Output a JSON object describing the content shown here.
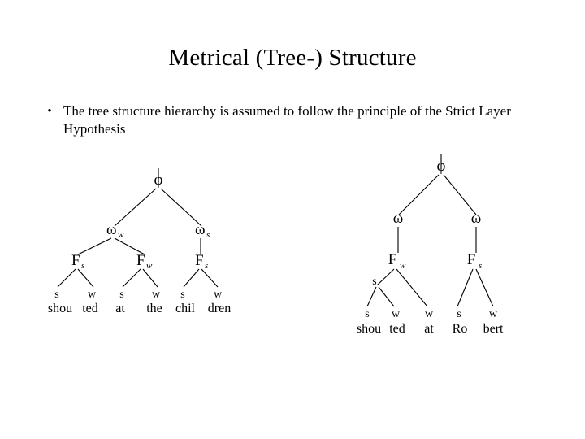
{
  "slide": {
    "title": "Metrical (Tree-) Structure",
    "bullets": [
      {
        "marker": "•",
        "text": "The tree structure hierarchy is assumed to follow the principle of the Strict Layer Hypothesis"
      }
    ],
    "background_color": "#ffffff",
    "text_color": "#000000"
  },
  "trees": {
    "left": {
      "name": "shouted-at-the-children-tree",
      "root": {
        "label": "φ",
        "subscript": ""
      },
      "level_omega": [
        {
          "label": "ω",
          "subscript": "w"
        },
        {
          "label": "ω",
          "subscript": "s"
        }
      ],
      "level_foot": [
        {
          "label": "F",
          "subscript": "s"
        },
        {
          "label": "F",
          "subscript": "w"
        },
        {
          "label": "F",
          "subscript": "s"
        }
      ],
      "leaves": [
        {
          "strength": "s",
          "word": "shou"
        },
        {
          "strength": "w",
          "word": "ted"
        },
        {
          "strength": "s",
          "word": "at"
        },
        {
          "strength": "w",
          "word": "the"
        },
        {
          "strength": "s",
          "word": "chil"
        },
        {
          "strength": "w",
          "word": "dren"
        }
      ],
      "utterance": "shouted at the children"
    },
    "right": {
      "name": "shouted-at-robert-tree",
      "root": {
        "label": "φ",
        "subscript": ""
      },
      "level_omega": [
        {
          "label": "ω",
          "subscript": ""
        },
        {
          "label": "ω",
          "subscript": ""
        }
      ],
      "level_foot": [
        {
          "label": "F",
          "subscript": "w"
        },
        {
          "label": "F",
          "subscript": "s"
        }
      ],
      "intermediate": [
        {
          "label": "s"
        }
      ],
      "leaves": [
        {
          "strength": "s",
          "word": "shou"
        },
        {
          "strength": "w",
          "word": "ted"
        },
        {
          "strength": "w",
          "word": "at"
        },
        {
          "strength": "s",
          "word": "Ro"
        },
        {
          "strength": "w",
          "word": "bert"
        }
      ],
      "utterance": "shouted at Robert"
    }
  }
}
